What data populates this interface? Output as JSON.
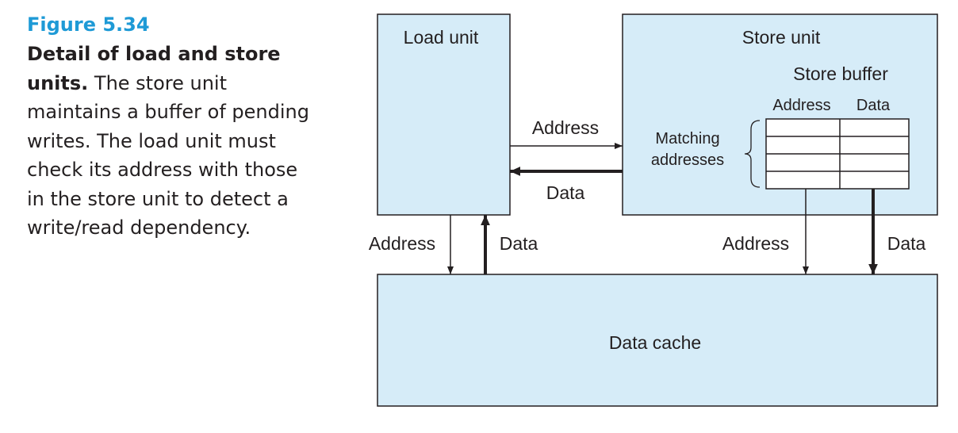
{
  "caption": {
    "figure_number": "Figure 5.34",
    "title": "Detail of load and store units.",
    "body": " The store unit maintains a buffer of pending writes. The load unit must check its address with those in the store unit to detect a write/read dependency."
  },
  "diagram": {
    "fill_color": "#d6ecf8",
    "load_unit": "Load unit",
    "store_unit": "Store unit",
    "store_buffer": "Store buffer",
    "buffer_col_address": "Address",
    "buffer_col_data": "Data",
    "matching_line1": "Matching",
    "matching_line2": "addresses",
    "load_to_store_address": "Address",
    "store_to_load_data": "Data",
    "load_cache_address": "Address",
    "cache_load_data": "Data",
    "store_cache_address": "Address",
    "store_cache_data": "Data",
    "data_cache": "Data cache"
  }
}
